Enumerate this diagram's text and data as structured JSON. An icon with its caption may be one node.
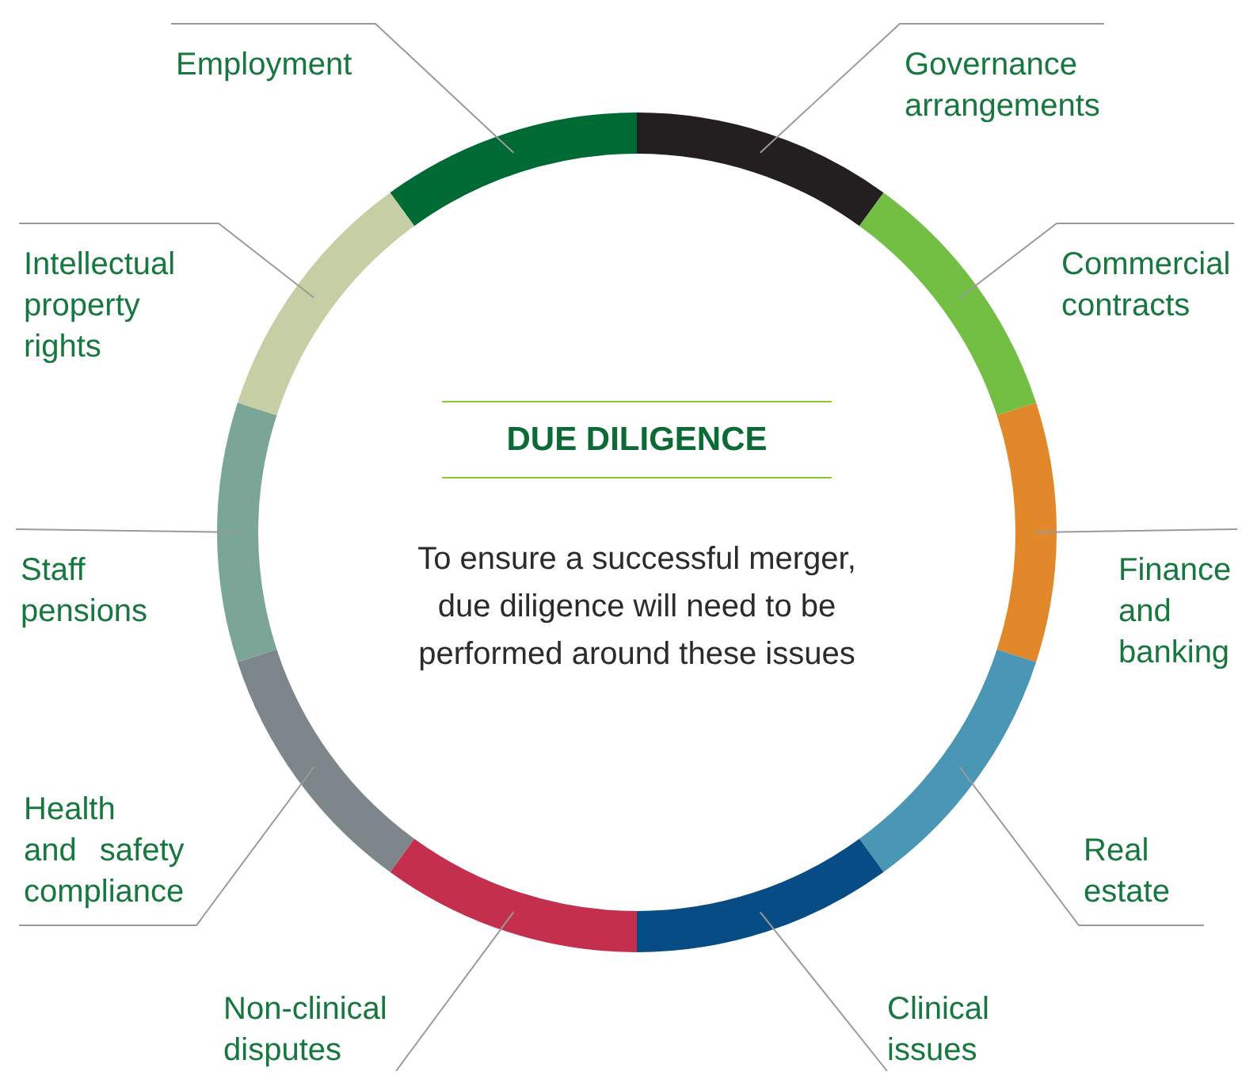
{
  "diagram": {
    "nodes": [
      {
        "text": [
          "DUE DILIGENCE",
          "To ensure a successful merger, due diligence will need to be performed around these issues"
        ]
      },
      {
        "text": [
          "Employment"
        ]
      },
      {
        "text": [
          "Governance arrangements"
        ]
      },
      {
        "text": [
          "Intellectual property rights"
        ]
      },
      {
        "text": [
          "Commercial contracts"
        ]
      },
      {
        "text": [
          "Staff pensions"
        ]
      },
      {
        "text": [
          "Finance and banking"
        ]
      },
      {
        "text": [
          "Health and safety compliance"
        ]
      },
      {
        "text": [
          "Real estate"
        ]
      },
      {
        "text": [
          "Non-clinical disputes"
        ]
      },
      {
        "text": [
          "Clinical issues"
        ]
      },
      {
        "text": [],
        "shape": "bar"
      },
      {
        "text": [],
        "shape": "bar"
      },
      {
        "text": [],
        "shape": "bar"
      },
      {
        "text": [],
        "shape": "bar"
      },
      {
        "text": [],
        "shape": "bar"
      },
      {
        "text": [],
        "shape": "bar"
      },
      {
        "text": [],
        "shape": "bar"
      },
      {
        "text": [],
        "shape": "bar"
      },
      {
        "text": [],
        "shape": "bar"
      },
      {
        "text": [],
        "shape": "bar"
      }
    ],
    "edges": [
      {
        "from": 1,
        "to": 11,
        "arrow": "none"
      },
      {
        "from": 2,
        "to": 12,
        "arrow": "none"
      },
      {
        "from": 3,
        "to": 20,
        "arrow": "none"
      },
      {
        "from": 4,
        "to": 13,
        "arrow": "none"
      },
      {
        "from": 5,
        "to": 19,
        "arrow": "none"
      },
      {
        "from": 6,
        "to": 14,
        "arrow": "none"
      },
      {
        "from": 7,
        "to": 18,
        "arrow": "none"
      },
      {
        "from": 8,
        "to": 15,
        "arrow": "none"
      },
      {
        "from": 9,
        "to": 17,
        "arrow": "none"
      },
      {
        "from": 10,
        "to": 16,
        "arrow": "none"
      }
    ]
  }
}
